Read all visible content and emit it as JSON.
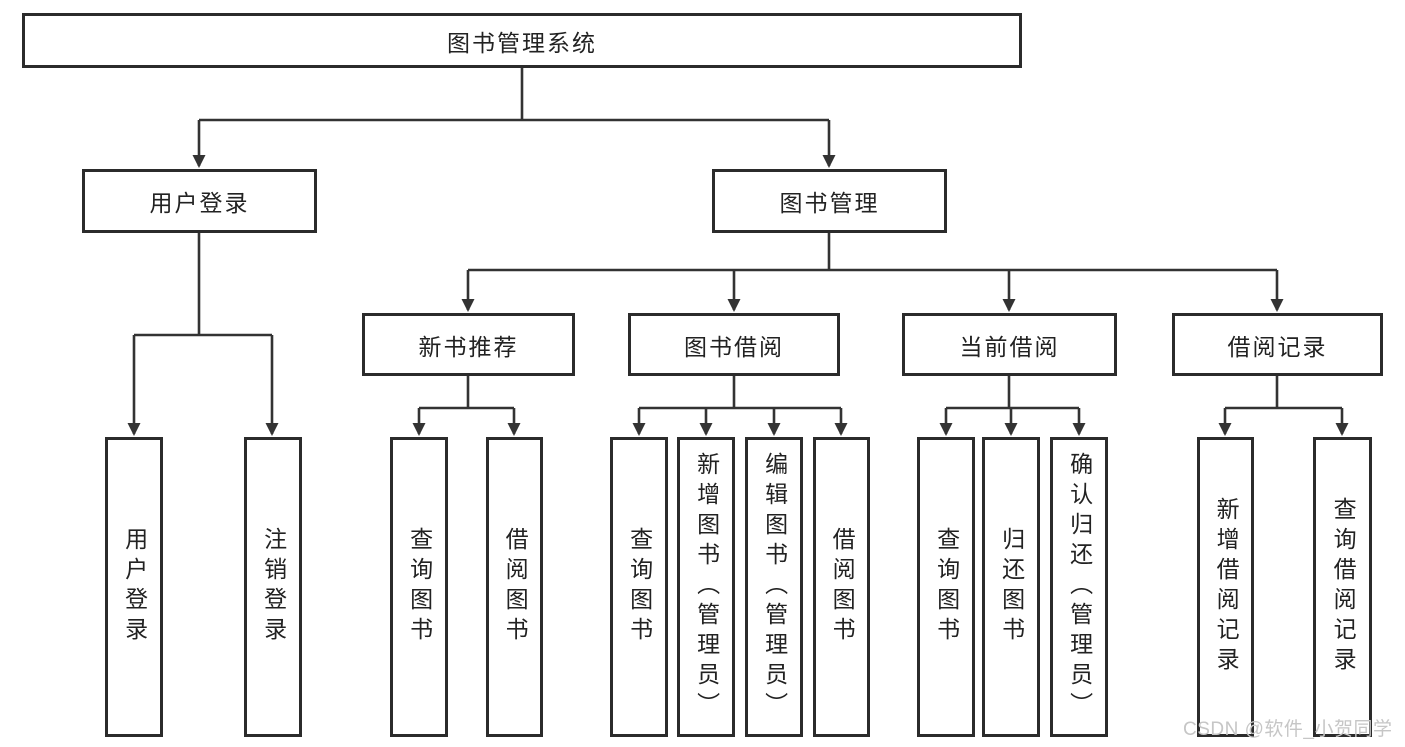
{
  "colors": {
    "background": "#ffffff",
    "box_border": "#2b2b2b",
    "connector_line": "#333333",
    "text": "#222222",
    "watermark_text": "#c6c6c6"
  },
  "tree": {
    "label": "图书管理系统",
    "children": [
      {
        "label": "用户登录",
        "children": [
          {
            "label": "用户登录"
          },
          {
            "label": "注销登录"
          }
        ]
      },
      {
        "label": "图书管理",
        "children": [
          {
            "label": "新书推荐",
            "children": [
              {
                "label": "查询图书"
              },
              {
                "label": "借阅图书"
              }
            ]
          },
          {
            "label": "图书借阅",
            "children": [
              {
                "label": "查询图书"
              },
              {
                "label": "新增图书（管理员）"
              },
              {
                "label": "编辑图书（管理员）"
              },
              {
                "label": "借阅图书"
              }
            ]
          },
          {
            "label": "当前借阅",
            "children": [
              {
                "label": "查询图书"
              },
              {
                "label": "归还图书"
              },
              {
                "label": "确认归还（管理员）"
              }
            ]
          },
          {
            "label": "借阅记录",
            "children": [
              {
                "label": "新增借阅记录"
              },
              {
                "label": "查询借阅记录"
              }
            ]
          }
        ]
      }
    ]
  },
  "watermark": "CSDN @软件_小贺同学"
}
